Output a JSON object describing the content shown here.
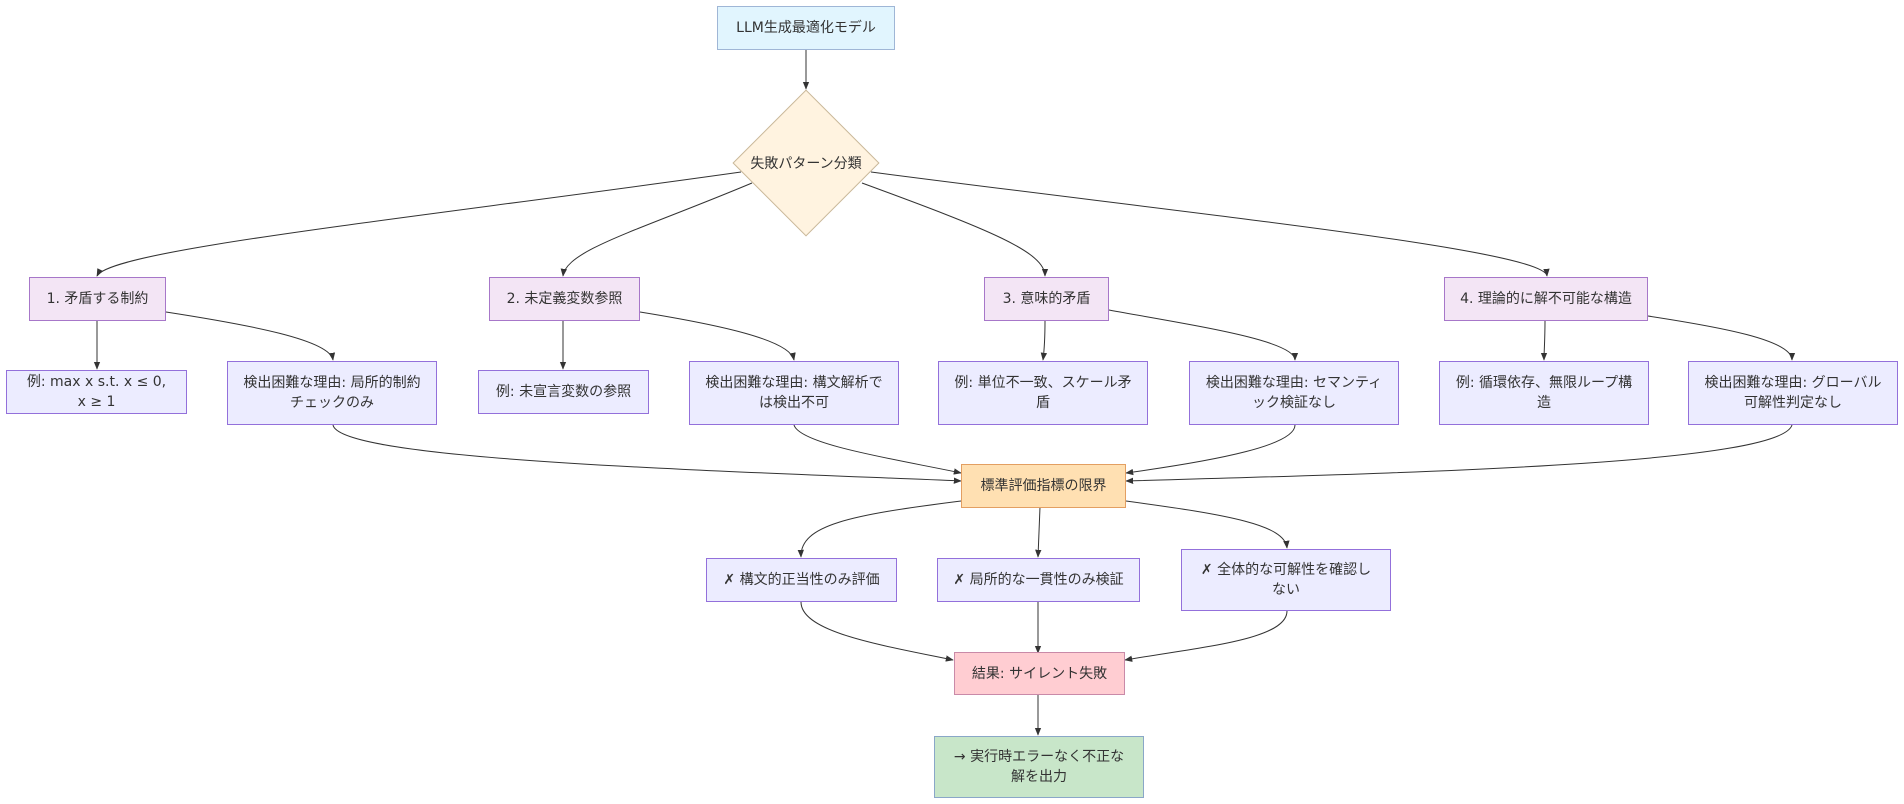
{
  "colors": {
    "edge": "#333333",
    "title": "#e1f5fe",
    "decision": "#fff3e0",
    "category": "#f3e5f5",
    "detail": "#ececff",
    "limit": "#ffe0b2",
    "failure": "#ffcdd2",
    "output": "#c8e6c9"
  },
  "nodes": {
    "root": "LLM生成最適化モデル",
    "decision": "失敗パターン分類",
    "cat1": "1. 矛盾する制約",
    "cat2": "2. 未定義変数参照",
    "cat3": "3. 意味的矛盾",
    "cat4": "4. 理論的に解不可能な構造",
    "ex1": "例: max x s.t. x ≤ 0, x ≥ 1",
    "why1": "検出困難な理由: 局所的制約チェックのみ",
    "ex2": "例: 未宣言変数の参照",
    "why2": "検出困難な理由: 構文解析では検出不可",
    "ex3": "例: 単位不一致、スケール矛盾",
    "why3": "検出困難な理由: セマンティック検証なし",
    "ex4": "例: 循環依存、無限ループ構造",
    "why4": "検出困難な理由: グローバル可解性判定なし",
    "limit": "標準評価指標の限界",
    "lim1": "✗ 構文的正当性のみ評価",
    "lim2": "✗ 局所的な一貫性のみ検証",
    "lim3": "✗ 全体的な可解性を確認しない",
    "result": "結果: サイレント失敗",
    "output": "→ 実行時エラーなく不正な解を出力"
  }
}
